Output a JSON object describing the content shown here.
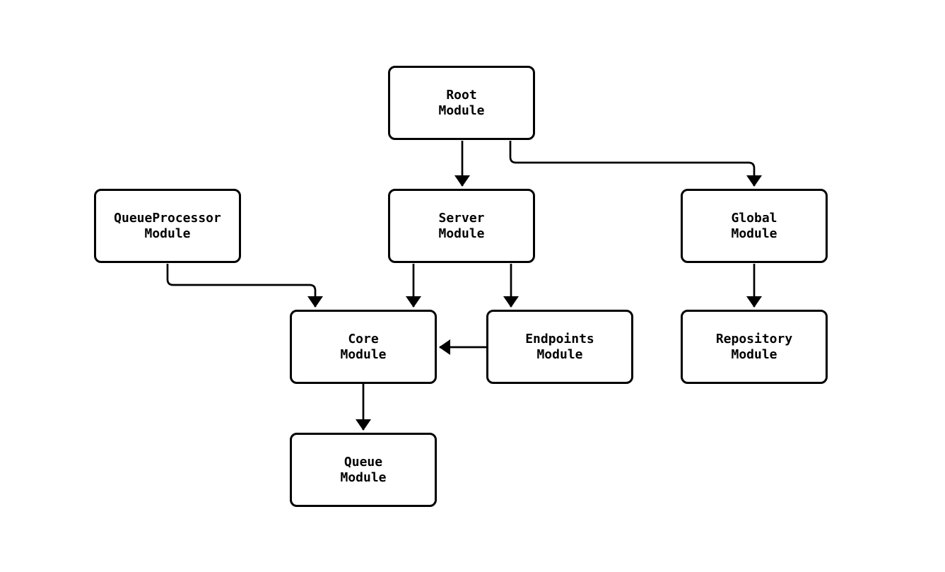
{
  "diagram": {
    "type": "flowchart",
    "colors": {
      "background": "#ffffff",
      "node_fill": "#ffffff",
      "node_border": "#000000",
      "edge_color": "#000000"
    },
    "nodes": [
      {
        "id": "root-module",
        "label": "Root\nModule"
      },
      {
        "id": "queueprocessor-module",
        "label": "QueueProcessor\nModule"
      },
      {
        "id": "server-module",
        "label": "Server\nModule"
      },
      {
        "id": "global-module",
        "label": "Global\nModule"
      },
      {
        "id": "core-module",
        "label": "Core\nModule"
      },
      {
        "id": "endpoints-module",
        "label": "Endpoints\nModule"
      },
      {
        "id": "repository-module",
        "label": "Repository\nModule"
      },
      {
        "id": "queue-module",
        "label": "Queue\nModule"
      }
    ],
    "edges": [
      {
        "from": "root-module",
        "to": "server-module"
      },
      {
        "from": "root-module",
        "to": "global-module"
      },
      {
        "from": "queueprocessor-module",
        "to": "core-module"
      },
      {
        "from": "server-module",
        "to": "core-module"
      },
      {
        "from": "server-module",
        "to": "endpoints-module"
      },
      {
        "from": "endpoints-module",
        "to": "core-module"
      },
      {
        "from": "global-module",
        "to": "repository-module"
      },
      {
        "from": "core-module",
        "to": "queue-module"
      }
    ]
  }
}
